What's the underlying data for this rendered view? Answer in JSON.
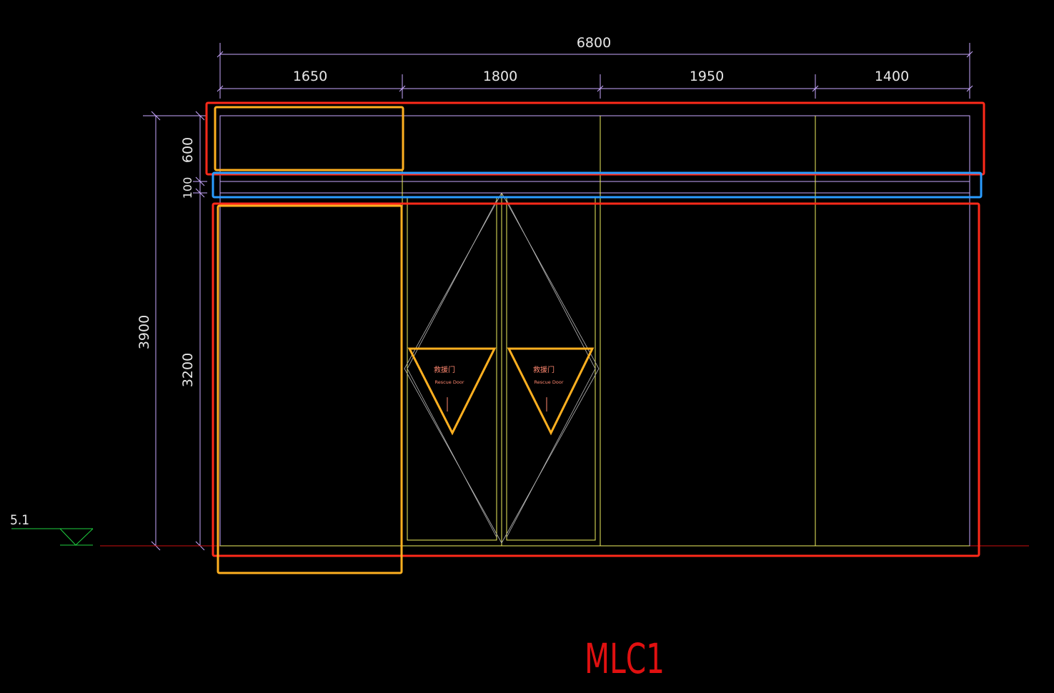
{
  "drawing": {
    "title": "MLC1",
    "level_mark": "5.1",
    "overall_width": "6800",
    "bay_widths": [
      "1650",
      "1800",
      "1950",
      "1400"
    ],
    "overall_height": "3900",
    "height_segments": [
      "600",
      "100",
      "3200"
    ],
    "rescue_doors": [
      {
        "cn": "救援门",
        "en": "Rescue Door"
      },
      {
        "cn": "救援门",
        "en": "Rescue Door"
      }
    ]
  },
  "colors": {
    "background": "#000000",
    "dimension": "#c8a8ff",
    "frame": "#f0f060",
    "highlight_red": "#ff2a1a",
    "highlight_orange": "#ffb020",
    "highlight_blue": "#2a9dff",
    "title": "#e01010",
    "level_symbol": "#20d040",
    "door_swing": "#b8b8b8",
    "sign_text": "#ff8870"
  }
}
